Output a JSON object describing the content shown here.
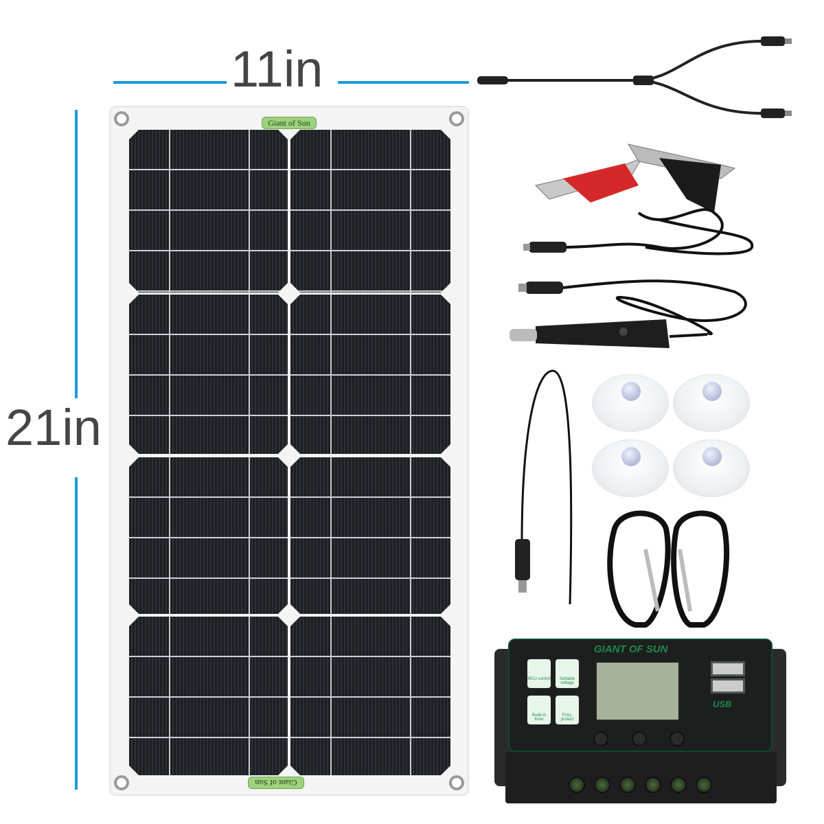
{
  "dimensions": {
    "width_label": "11in",
    "height_label": "21in",
    "line_color": "#1a9ad6"
  },
  "panel": {
    "brand_label_top": "Giant of Sun",
    "brand_label_bottom": "Giant of Sun",
    "label_color": "#9fd27e"
  },
  "controller": {
    "brand": "GIANT OF SUN",
    "usb_label": "USB",
    "accent_color": "#1f8a4c",
    "features": [
      "MCU control",
      "Settable voltage",
      "Build-in timer",
      "FULL protect"
    ]
  },
  "accessories": [
    "y-splitter-cable",
    "alligator-clip-cable",
    "car-charger-cable",
    "extension-cable",
    "suction-cups",
    "carabiners",
    "charge-controller"
  ]
}
